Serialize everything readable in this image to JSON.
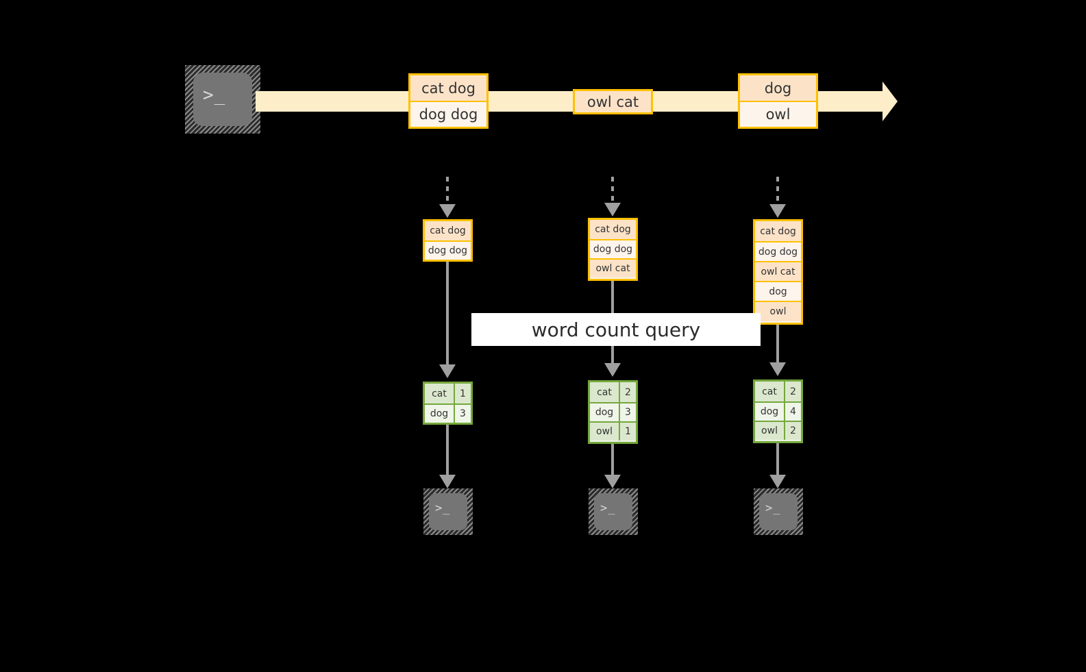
{
  "diagram": {
    "title_label": "word count query",
    "colors": {
      "background": "#000000",
      "stream_fill": "#fdeec9",
      "record_border": "#ffc000",
      "record_fill_dark": "#fce3c8",
      "record_fill_light": "#fdf4ec",
      "table_border": "#74a83c",
      "table_fill_dark": "#dce8ce",
      "table_fill_light": "#eff5e9",
      "connector": "#a0a0a0",
      "terminal_body": "#757575",
      "label_background": "#ffffff"
    },
    "source": {
      "icon": "terminal-icon",
      "glyph": ">_"
    },
    "stream": {
      "records": [
        {
          "lines": [
            "cat dog",
            "dog dog"
          ]
        },
        {
          "lines": [
            "owl cat"
          ]
        },
        {
          "lines": [
            "dog",
            "owl"
          ]
        }
      ]
    },
    "columns": [
      {
        "id": "t1",
        "input_rows": [
          "cat dog",
          "dog dog"
        ],
        "result_header": null,
        "result_rows": [
          {
            "word": "cat",
            "count": "1"
          },
          {
            "word": "dog",
            "count": "3"
          }
        ],
        "sink": {
          "icon": "terminal-icon",
          "glyph": ">_"
        }
      },
      {
        "id": "t2",
        "input_rows": [
          "cat dog",
          "dog dog",
          "owl cat"
        ],
        "result_header": null,
        "result_rows": [
          {
            "word": "cat",
            "count": "2"
          },
          {
            "word": "dog",
            "count": "3"
          },
          {
            "word": "owl",
            "count": "1"
          }
        ],
        "sink": {
          "icon": "terminal-icon",
          "glyph": ">_"
        }
      },
      {
        "id": "t3",
        "input_rows": [
          "cat dog",
          "dog dog",
          "owl cat",
          "dog",
          "owl"
        ],
        "result_header": null,
        "result_rows": [
          {
            "word": "cat",
            "count": "2"
          },
          {
            "word": "dog",
            "count": "4"
          },
          {
            "word": "owl",
            "count": "2"
          }
        ],
        "sink": {
          "icon": "terminal-icon",
          "glyph": ">_"
        }
      }
    ]
  }
}
